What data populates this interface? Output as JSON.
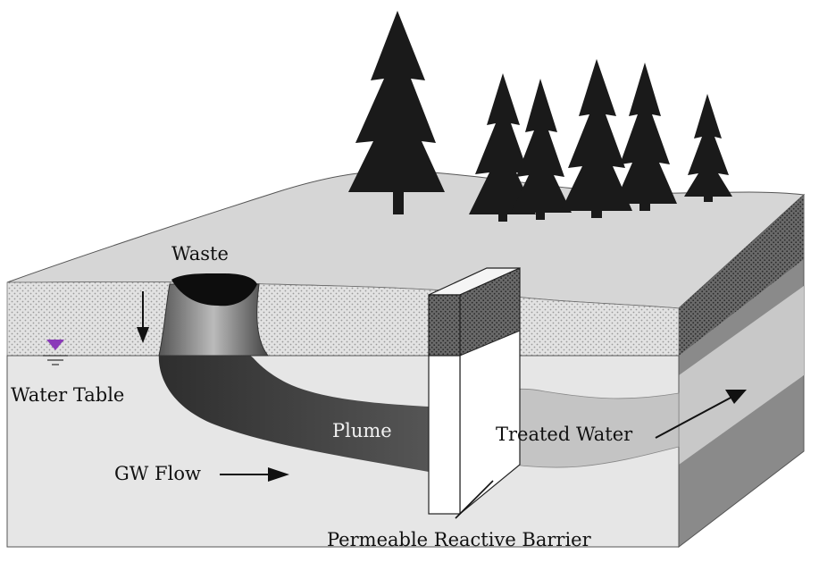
{
  "labels": {
    "waste": "Waste",
    "water_table": "Water Table",
    "plume": "Plume",
    "treated_water": "Treated Water",
    "gw_flow": "GW Flow",
    "barrier": "Permeable Reactive Barrier"
  },
  "colors": {
    "surface": "#d6d6d6",
    "unsaturated": "#dedede",
    "saturated": "#e6e6e6",
    "side_face": "#7f7f7f",
    "plume": "#3c3c3c",
    "treated_water": "#c4c4c4",
    "waste": "#0d0d0d",
    "trees": "#1a1a1a",
    "water_table_marker": "#8a3ab9",
    "barrier": "#ffffff"
  }
}
